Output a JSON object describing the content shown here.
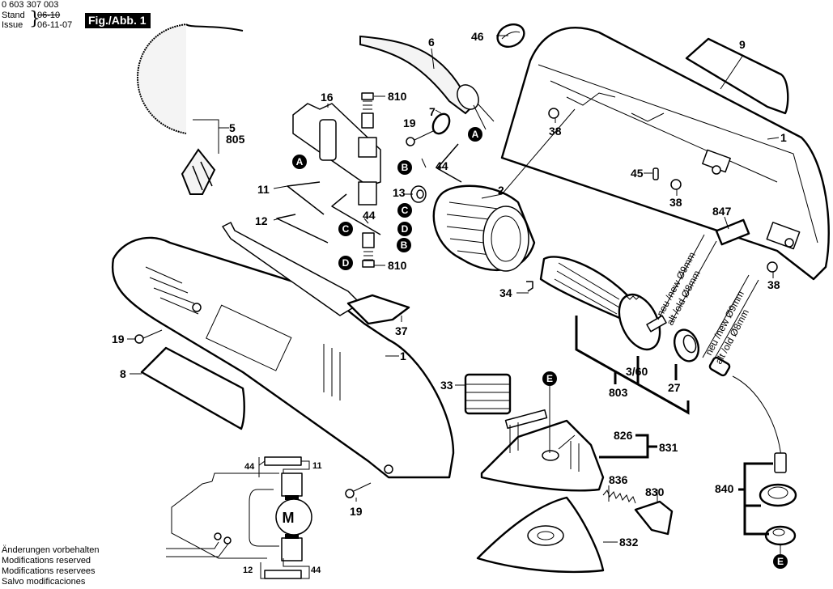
{
  "header": {
    "part_number": "0 603 307 003",
    "stand_label": "Stand",
    "stand_value": "06-10",
    "issue_label": "Issue",
    "issue_value": "06-11-07",
    "figure_label": "Fig./Abb. 1"
  },
  "footer": {
    "lines": [
      "Änderungen vorbehalten",
      "Modifications reserved",
      "Modifications reservees",
      "Salvo modificaciones"
    ]
  },
  "callouts": {
    "c46": "46",
    "c9": "9",
    "c6": "6",
    "c5": "5",
    "c805": "805",
    "c16": "16",
    "c810a": "810",
    "c7": "7",
    "c19a": "19",
    "c38a": "38",
    "c1a": "1",
    "c45": "45",
    "c38b": "38",
    "c11": "11",
    "c44a": "44",
    "c13": "13",
    "c2": "2",
    "c12": "12",
    "c44b": "44",
    "c847": "847",
    "c810b": "810",
    "c38c": "38",
    "c34": "34",
    "c19b": "19",
    "c37": "37",
    "c1b": "1",
    "c8": "8",
    "c33": "33",
    "c360": "3/60",
    "c803": "803",
    "c27": "27",
    "c826": "826",
    "c831": "831",
    "c836": "836",
    "c830": "830",
    "c832": "832",
    "c840": "840",
    "c19c": "19"
  },
  "connectors": {
    "A": "A",
    "B": "B",
    "C": "C",
    "D": "D",
    "E": "E"
  },
  "shaft_notes": {
    "new_9mm": "neu /new Ø9mm",
    "old_8mm": "alt /old Ø8mm"
  },
  "wiring_diagram": {
    "motor_label": "M",
    "labels": {
      "top_left": "44",
      "top_right": "11",
      "bottom_left": "12",
      "bottom_right": "44"
    }
  }
}
